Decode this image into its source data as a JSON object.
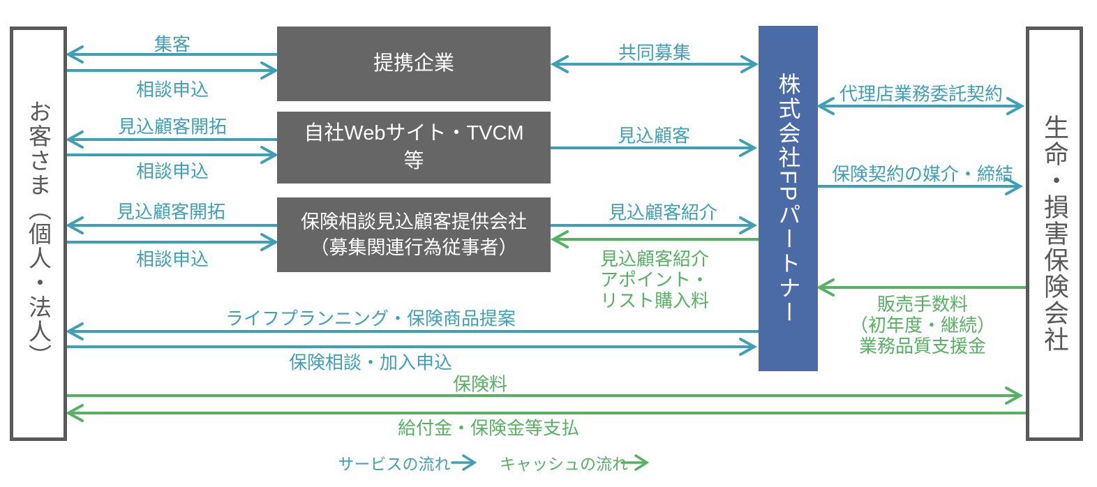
{
  "colors": {
    "teal_service": "#3fa0b5",
    "green_cash": "#57b163",
    "fp_blue": "#4a6ba5",
    "box_gray": "#666666",
    "border_gray": "#595959"
  },
  "boxes": {
    "customer": {
      "label": "お客さま（個人・法人）"
    },
    "partner": {
      "label": "提携企業"
    },
    "web": {
      "label": "自社Webサイト・TVCM\n等"
    },
    "lead_provider": {
      "label": "保険相談見込顧客提供会社\n（募集関連行為従事者）"
    },
    "fp": {
      "label": "株式会社FPパートナー"
    },
    "insurer": {
      "label": "生命・損害保険会社"
    }
  },
  "labels": {
    "shuukyaku": "集客",
    "soudan1": "相談申込",
    "kaitaku1": "見込顧客開拓",
    "soudan2": "相談申込",
    "kaitaku2": "見込顧客開拓",
    "soudan3": "相談申込",
    "kyoudou": "共同募集",
    "mikomi": "見込顧客",
    "shoukai": "見込顧客紹介",
    "shoukai_fee": "見込顧客紹介\nアポイント・\nリスト購入料",
    "dairiten": "代理店業務委託契約",
    "baikai": "保険契約の媒介・締結",
    "hanbai_fee": "販売手数料\n（初年度・継続）\n業務品質支援金",
    "lifeplan": "ライフプランニング・保険商品提案",
    "soudan_kanyuu": "保険相談・加入申込",
    "hokenryou": "保険料",
    "kyuufu": "給付金・保険金等支払"
  },
  "legend": {
    "service": "サービスの流れ",
    "cash": "キャッシュの流れ"
  },
  "arrows": [
    {
      "label": "集客",
      "from": "提携企業",
      "to": "お客さま",
      "type": "service"
    },
    {
      "label": "相談申込",
      "from": "お客さま",
      "to": "提携企業",
      "type": "service"
    },
    {
      "label": "見込顧客開拓",
      "from": "自社Webサイト・TVCM等",
      "to": "お客さま",
      "type": "service"
    },
    {
      "label": "相談申込",
      "from": "お客さま",
      "to": "自社Webサイト・TVCM等",
      "type": "service"
    },
    {
      "label": "見込顧客開拓",
      "from": "保険相談見込顧客提供会社",
      "to": "お客さま",
      "type": "service"
    },
    {
      "label": "相談申込",
      "from": "お客さま",
      "to": "保険相談見込顧客提供会社",
      "type": "service"
    },
    {
      "label": "共同募集",
      "from": "提携企業",
      "to": "株式会社FPパートナー",
      "type": "service",
      "bidirectional": true
    },
    {
      "label": "見込顧客",
      "from": "自社Webサイト・TVCM等",
      "to": "株式会社FPパートナー",
      "type": "service"
    },
    {
      "label": "見込顧客紹介",
      "from": "保険相談見込顧客提供会社",
      "to": "株式会社FPパートナー",
      "type": "service"
    },
    {
      "label": "見込顧客紹介アポイント・リスト購入料",
      "from": "株式会社FPパートナー",
      "to": "保険相談見込顧客提供会社",
      "type": "cash"
    },
    {
      "label": "代理店業務委託契約",
      "from": "株式会社FPパートナー",
      "to": "生命・損害保険会社",
      "type": "service",
      "bidirectional": true
    },
    {
      "label": "保険契約の媒介・締結",
      "from": "株式会社FPパートナー",
      "to": "生命・損害保険会社",
      "type": "service"
    },
    {
      "label": "販売手数料（初年度・継続）業務品質支援金",
      "from": "生命・損害保険会社",
      "to": "株式会社FPパートナー",
      "type": "cash"
    },
    {
      "label": "ライフプランニング・保険商品提案",
      "from": "株式会社FPパートナー",
      "to": "お客さま",
      "type": "service"
    },
    {
      "label": "保険相談・加入申込",
      "from": "お客さま",
      "to": "株式会社FPパートナー",
      "type": "service"
    },
    {
      "label": "保険料",
      "from": "お客さま",
      "to": "生命・損害保険会社",
      "type": "cash"
    },
    {
      "label": "給付金・保険金等支払",
      "from": "生命・損害保険会社",
      "to": "お客さま",
      "type": "cash"
    }
  ]
}
